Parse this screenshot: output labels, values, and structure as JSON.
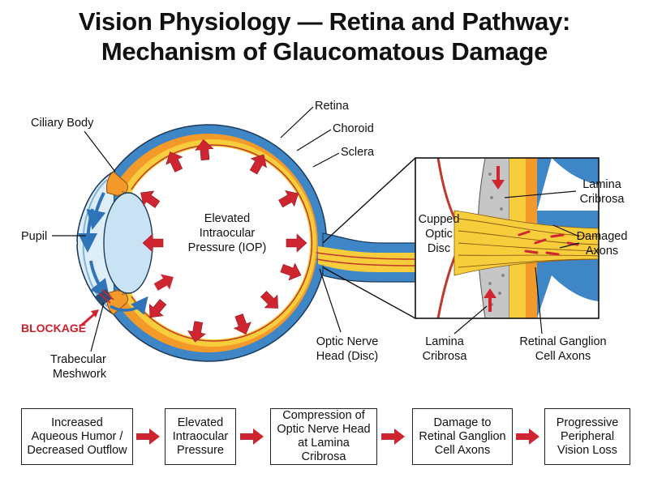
{
  "title": {
    "line1": "Vision Physiology — Retina and Pathway:",
    "line2": "Mechanism of Glaucomatous Damage"
  },
  "eye_labels": {
    "ciliary_body": "Ciliary Body",
    "retina": "Retina",
    "choroid": "Choroid",
    "sclera": "Sclera",
    "pupil": "Pupil",
    "blockage": "BLOCKAGE",
    "trabecular_line1": "Trabecular",
    "trabecular_line2": "Meshwork",
    "iop_line1": "Elevated",
    "iop_line2": "Intraocular",
    "iop_line3": "Pressure (IOP)",
    "onh_line1": "Optic Nerve",
    "onh_line2": "Head (Disc)"
  },
  "inset_labels": {
    "cupped_line1": "Cupped",
    "cupped_line2": "Optic",
    "cupped_line3": "Disc",
    "lamina_top_line1": "Lamina",
    "lamina_top_line2": "Cribrosa",
    "damaged_line1": "Damaged",
    "damaged_line2": "Axons",
    "lamina_bottom_line1": "Lamina",
    "lamina_bottom_line2": "Cribrosa",
    "rgc_line1": "Retinal Ganglion",
    "rgc_line2": "Cell Axons"
  },
  "flow_steps": [
    {
      "line1": "Increased",
      "line2": "Aqueous Humor /",
      "line3": "Decreased Outflow"
    },
    {
      "line1": "Elevated",
      "line2": "Intraocular",
      "line3": "Pressure"
    },
    {
      "line1": "Compression of",
      "line2": "Optic Nerve Head",
      "line3": "at Lamina Cribrosa"
    },
    {
      "line1": "Damage to",
      "line2": "Retinal Ganglion",
      "line3": "Cell Axons"
    },
    {
      "line1": "Progressive",
      "line2": "Peripheral",
      "line3": "Vision Loss"
    }
  ],
  "colors": {
    "sclera": "#3f86c6",
    "choroid": "#f39a2b",
    "retina": "#f7cd3b",
    "arrow": "#cf2530",
    "lens": "#c9e3f4",
    "aqueous_flow": "#2f73b8"
  }
}
